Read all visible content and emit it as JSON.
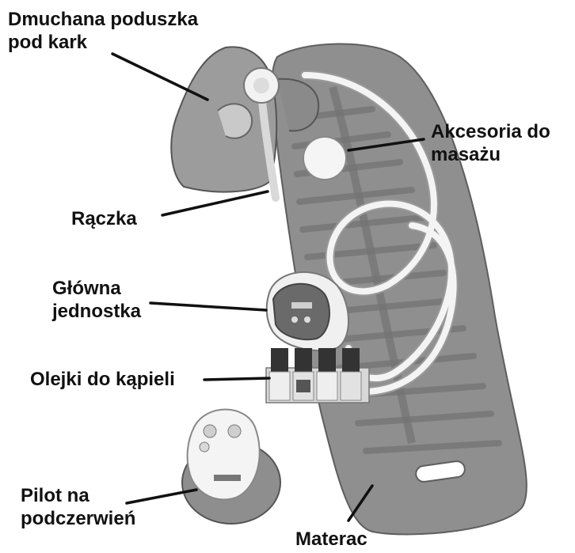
{
  "labels": {
    "pillow": [
      "Dmuchana poduszka",
      "pod kark"
    ],
    "accessories": [
      "Akcesoria do",
      "masażu"
    ],
    "handle": [
      "Rączka"
    ],
    "main_unit": [
      "Główna",
      "jednostka"
    ],
    "oils": [
      "Olejki do kąpieli"
    ],
    "remote": [
      "Pilot na",
      "podczerwień"
    ],
    "mattress": [
      "Materac"
    ]
  },
  "colors": {
    "ink": "#111111",
    "mat": "#8f8f8f",
    "mat_dark": "#6e6e6e",
    "rib": "#7a7a7a",
    "hose": "#f4f4f4",
    "hose_edge": "#9a9a9a"
  }
}
